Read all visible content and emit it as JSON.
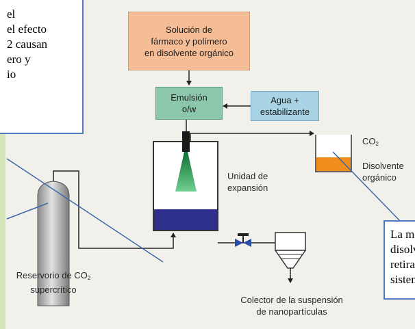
{
  "diagram": {
    "boxes": {
      "solution": {
        "lines": [
          "Solución de",
          "fármaco y polímero",
          "en disolvente orgánico"
        ]
      },
      "emulsion": {
        "lines": [
          "Emulsión",
          "o/w"
        ]
      },
      "water": {
        "lines": [
          "Agua +",
          "estabilizante"
        ]
      }
    },
    "labels": {
      "expansion_unit": [
        "Unidad de",
        "expansión"
      ],
      "co2_out": "CO",
      "co2_out_sub": "2",
      "solvent": [
        "Disolvente",
        "orgánico"
      ],
      "reservoir_line1": "Reservorio de CO",
      "reservoir_sub": "2",
      "reservoir_line2": "supercrítico",
      "collector": [
        "Colector de la suspensión",
        "de nanopartículas"
      ]
    },
    "callouts": {
      "left": [
        "el",
        "el efecto",
        "2 causan",
        "ero y",
        "io"
      ],
      "right": [
        "La me",
        "disolv",
        "retira d",
        "sistem"
      ]
    }
  },
  "colors": {
    "frame_green": "#d6e6b8",
    "panel": "#f1f0eb",
    "solution_box": "#f4bd96",
    "emulsion_box": "#8cc6ab",
    "water_box": "#a9d4e5",
    "solvent_orange": "#f08d1c",
    "liquid_blue": "#2e2f8c",
    "spray_green": "#1f9a50",
    "callout_border": "#4f7bbd",
    "pointer_line": "#3c68a8"
  }
}
